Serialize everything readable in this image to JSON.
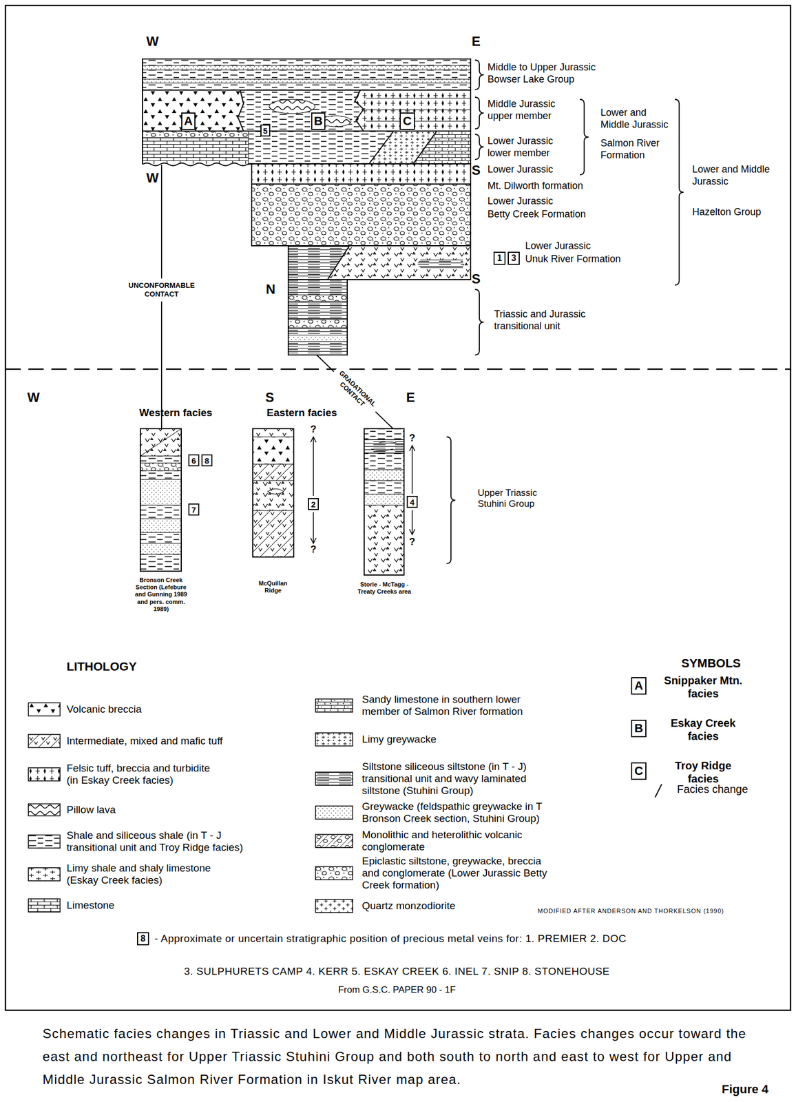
{
  "diagram": {
    "caption": "Schematic facies changes in Triassic and Lower and Middle Jurassic strata. Facies changes occur toward the east and northeast for Upper Triassic Stuhini Group and both south to north and east to west for Upper and Middle Jurassic Salmon River Formation in Iskut River map area.",
    "nodes": [
      {
        "text": [
          "A"
        ]
      },
      {
        "text": [
          "5"
        ]
      },
      {
        "text": [
          "B"
        ]
      },
      {
        "text": [
          "C"
        ]
      },
      {
        "text": [
          "1"
        ]
      },
      {
        "text": [
          "3"
        ]
      },
      {
        "text": [
          "6"
        ]
      },
      {
        "text": [
          "8"
        ]
      },
      {
        "text": [
          "7"
        ]
      },
      {
        "text": [
          "2"
        ]
      },
      {
        "text": [
          "4"
        ]
      },
      {
        "text": [
          "A",
          "Snippaker Mtn. facies"
        ]
      },
      {
        "text": [
          "B",
          "Eskay Creek facies"
        ]
      },
      {
        "text": [
          "C",
          "Troy Ridge facies"
        ]
      },
      {
        "text": [
          "8"
        ]
      }
    ],
    "labels": [
      "W",
      "E",
      "Middle to Upper Jurassic Bowser Lake Group",
      "Middle Jurassic upper member",
      "Lower and Middle Jurassic",
      "Salmon River Formation",
      "Lower Jurassic lower member",
      "W",
      "Lower Jurassic",
      "S",
      "Mt. Dilworth formation",
      "Lower and Middle Jurassic",
      "Lower Jurassic",
      "Betty Creek Formation",
      "Hazelton Group",
      "Lower Jurassic",
      "Unuk River Formation",
      "UNCONFORMABLE CONTACT",
      "N",
      "S",
      "Triassic and Jurassic transitional unit",
      "GRADATIONAL CONTACT",
      "W",
      "S",
      "E",
      "Western facies",
      "Eastern facies",
      "?",
      "?",
      "Upper Triassic Stuhini Group",
      "?",
      "?",
      "Bronson Creek Section (Lefebure and Gunning 1989 and pers. comm. 1989)",
      "McQuillan Ridge",
      "Storie - McTagg - Treaty Creeks area",
      "LITHOLOGY",
      "SYMBOLS",
      "MODIFIED AFTER ANDERSON AND THORKELSON (1990)",
      "- Approximate or uncertain stratigraphic position of precious metal veins for: 1. PREMIER 2. DOC",
      "3. SULPHURETS CAMP 4. KERR 5. ESKAY CREEK 6. INEL 7. SNIP 8. STONEHOUSE",
      "From G.S.C. PAPER 90 - 1F",
      "Figure 4"
    ],
    "legend": [
      {
        "text": "Volcanic breccia"
      },
      {
        "text": "Intermediate, mixed and mafic tuff"
      },
      {
        "text": "Felsic tuff, breccia and turbidite (in Eskay Creek facies)"
      },
      {
        "text": "Pillow lava"
      },
      {
        "text": "Shale and siliceous shale (in T - J transitional unit and Troy Ridge facies)"
      },
      {
        "text": "Limy shale and shaly limestone (Eskay Creek facies)"
      },
      {
        "text": "Limestone"
      },
      {
        "text": "Sandy limestone in southern lower member of Salmon River formation"
      },
      {
        "text": "Limy greywacke"
      },
      {
        "text": "Siltstone siliceous siltstone (in T - J) transitional unit and wavy laminated siltstone (Stuhini Group)"
      },
      {
        "text": "Greywacke (feldspathic greywacke in T Bronson Creek section, Stuhini Group)"
      },
      {
        "text": "Monolithic and heterolithic volcanic conglomerate"
      },
      {
        "text": "Epiclastic siltstone, greywacke, breccia and conglomerate (Lower Jurassic Betty Creek formation)"
      },
      {
        "text": "Quartz monzodiorite"
      },
      {
        "text": "Facies change"
      }
    ]
  }
}
